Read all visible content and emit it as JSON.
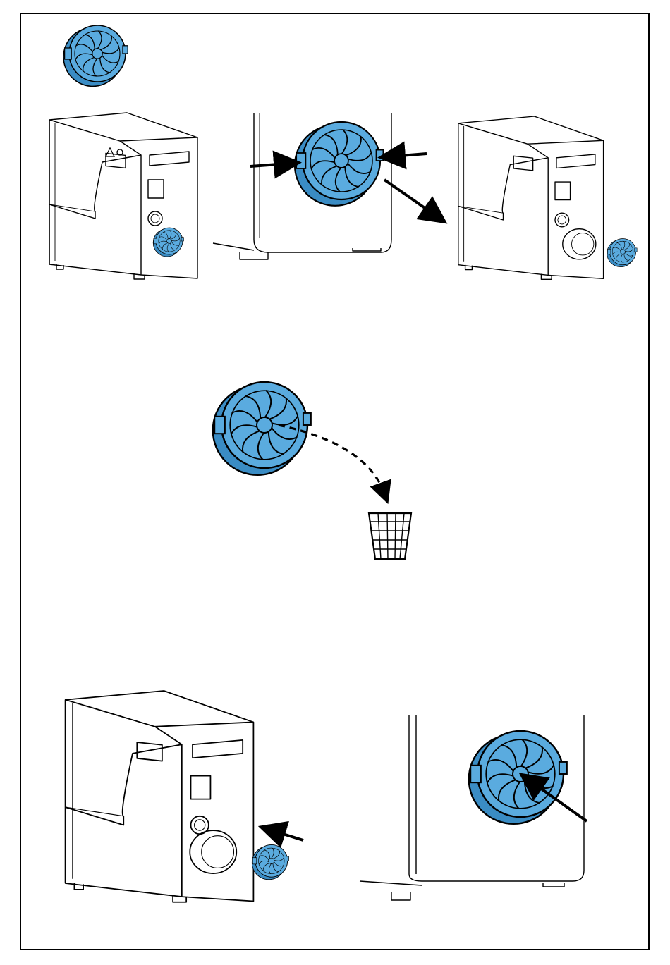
{
  "colors": {
    "filter": "#5aabdf",
    "filter_dark": "#3a8cc4",
    "line": "#000000",
    "paper": "#ffffff"
  },
  "icons": [
    "fan-filter-icon",
    "arrow-icon",
    "waste-basket-icon",
    "warning-triangle-icon",
    "power-symbol-icon"
  ],
  "steps": [
    {
      "id": "step-1",
      "description_icon": "fan-filter-icon"
    },
    {
      "id": "step-2",
      "description_icon": "waste-basket-icon"
    },
    {
      "id": "step-3",
      "description_icon": "fan-filter-icon"
    }
  ]
}
